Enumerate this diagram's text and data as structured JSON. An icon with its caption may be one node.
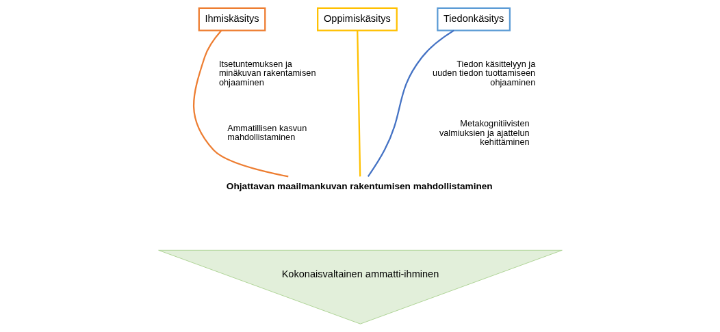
{
  "diagram": {
    "nodes": [
      {
        "text": [
          "Ihmiskäsitys"
        ]
      },
      {
        "text": [
          "Oppimiskäsitys"
        ]
      },
      {
        "text": [
          "Tiedonkäsitys"
        ]
      },
      {
        "text": [
          "Ohjattavan maailmankuvan rakentumisen mahdollistaminen"
        ]
      },
      {
        "text": [
          "Kokonaisvaltainen ammatti-ihminen"
        ]
      }
    ],
    "edges": [
      {
        "from": 0,
        "to": 3,
        "arrow": "none",
        "color": "#ed7d31"
      },
      {
        "from": 1,
        "to": 3,
        "arrow": "none",
        "color": "#ffc000"
      },
      {
        "from": 2,
        "to": 3,
        "arrow": "none",
        "color": "#4472c4"
      }
    ],
    "labels": [
      "Itsetuntemuksen ja minäkuvan rakentamisen ohjaaminen",
      "Tiedon käsittelyyn ja uuden tiedon tuottamiseen ohjaaminen",
      "Ammatillisen kasvun mahdollistaminen",
      "Metakognitiivisten valmiuksien ja ajattelun kehittäminen"
    ]
  }
}
